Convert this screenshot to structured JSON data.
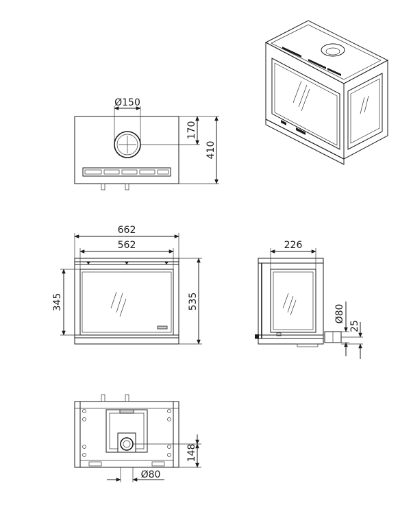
{
  "dimensions": {
    "top_flue_diameter": "Ø150",
    "top_flue_offset": "170",
    "top_depth": "410",
    "front_total_width": "662",
    "front_inner_width": "562",
    "front_glass_height": "345",
    "front_total_height": "535",
    "side_depth": "226",
    "side_inlet_diameter": "Ø80",
    "side_inlet_offset": "25",
    "rear_inlet_height": "148",
    "rear_inlet_diameter": "Ø80"
  }
}
